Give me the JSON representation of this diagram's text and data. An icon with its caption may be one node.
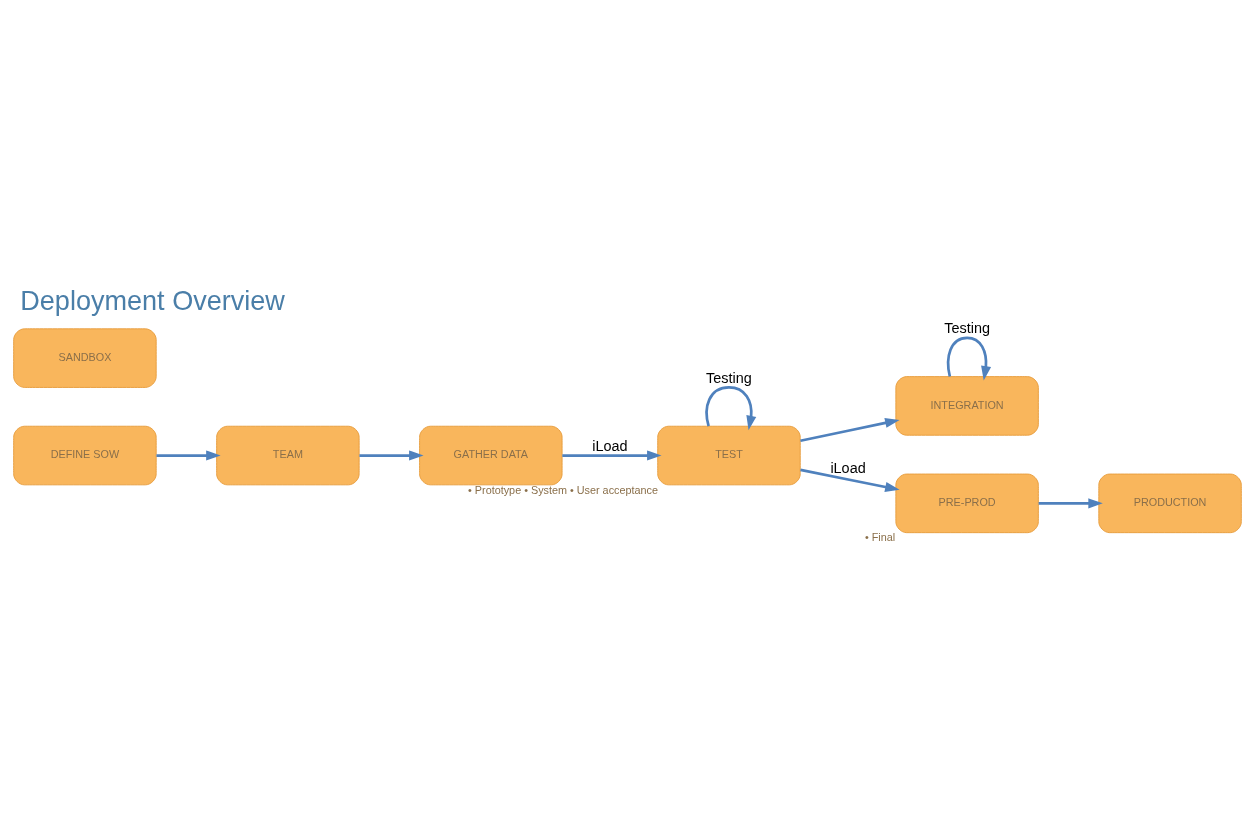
{
  "diagram": {
    "title": "Deployment Overview",
    "nodes": [
      {
        "text": [
          "DEFINE SOW"
        ]
      },
      {
        "text": [
          "TEAM"
        ]
      },
      {
        "text": [
          "GATHER DATA"
        ]
      },
      {
        "text": [
          "INTEGRATION"
        ]
      },
      {
        "text": [
          "TEST"
        ],
        "beside": [
          "• Prototype • System • User acceptance"
        ]
      },
      {
        "text": [
          "PRE-PROD"
        ],
        "beside": [
          "• Final"
        ]
      },
      {
        "text": [
          "PRODUCTION"
        ]
      },
      {
        "text": [
          "SANDBOX"
        ]
      }
    ],
    "edges": [
      {
        "from": 0,
        "to": 1,
        "arrow": "to"
      },
      {
        "from": 1,
        "to": 2,
        "arrow": "to"
      },
      {
        "from": 2,
        "to": 4,
        "arrow": "to",
        "label": "iLoad"
      },
      {
        "from": 4,
        "to": 3,
        "arrow": "to"
      },
      {
        "from": 3,
        "to": 3,
        "arrow": "to",
        "label": "Testing"
      },
      {
        "from": 4,
        "to": 5,
        "arrow": "to",
        "label": "iLoad"
      },
      {
        "from": 5,
        "to": 6,
        "arrow": "to"
      },
      {
        "from": 4,
        "to": 4,
        "arrow": "to",
        "label": "Testing"
      }
    ]
  }
}
